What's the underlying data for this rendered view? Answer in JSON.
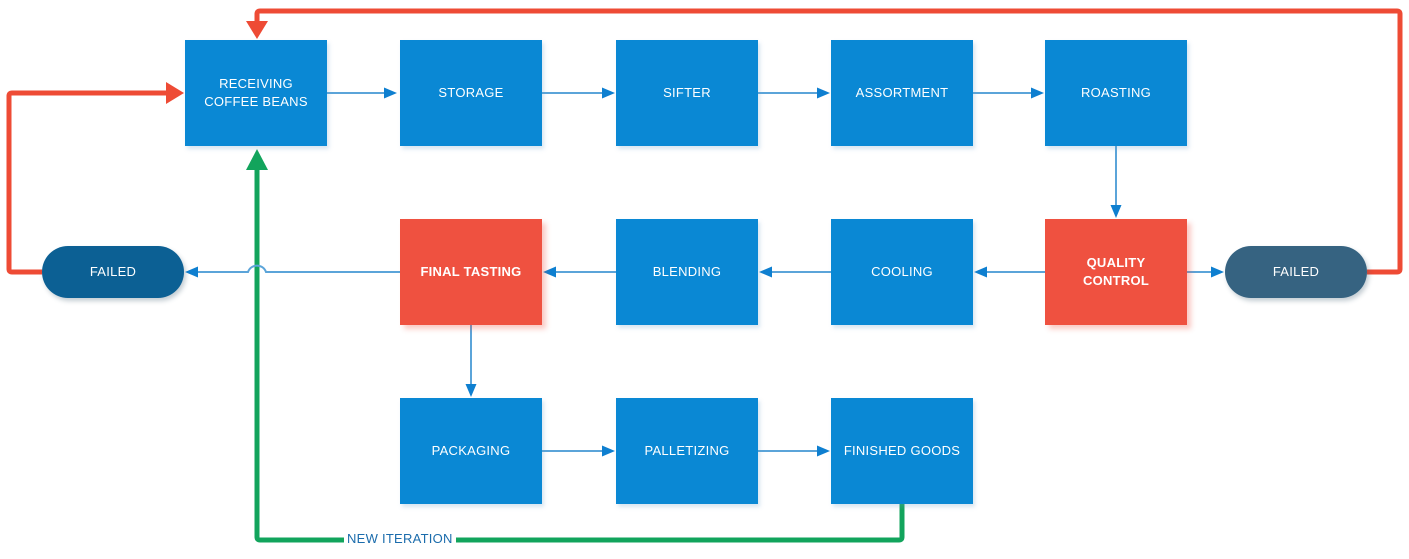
{
  "diagram": {
    "type": "flowchart",
    "nodes": {
      "receiving": {
        "label": "RECEIVING COFFEE BEANS",
        "shape": "rectangle",
        "fill": "#0a88d4"
      },
      "storage": {
        "label": "STORAGE",
        "shape": "rectangle",
        "fill": "#0a88d4"
      },
      "sifter": {
        "label": "SIFTER",
        "shape": "rectangle",
        "fill": "#0a88d4"
      },
      "assortment": {
        "label": "ASSORTMENT",
        "shape": "rectangle",
        "fill": "#0a88d4"
      },
      "roasting": {
        "label": "ROASTING",
        "shape": "rectangle",
        "fill": "#0a88d4"
      },
      "quality_control": {
        "label": "QUALITY CONTROL",
        "shape": "rectangle",
        "fill": "#ef5140"
      },
      "failed_right": {
        "label": "FAILED",
        "shape": "stadium",
        "fill": "#366381"
      },
      "cooling": {
        "label": "COOLING",
        "shape": "rectangle",
        "fill": "#0a88d4"
      },
      "blending": {
        "label": "BLENDING",
        "shape": "rectangle",
        "fill": "#0a88d4"
      },
      "final_tasting": {
        "label": "FINAL TASTING",
        "shape": "rectangle",
        "fill": "#ef5140"
      },
      "failed_left": {
        "label": "FAILED",
        "shape": "stadium",
        "fill": "#0c6094"
      },
      "packaging": {
        "label": "PACKAGING",
        "shape": "rectangle",
        "fill": "#0a88d4"
      },
      "palletizing": {
        "label": "PALLETIZING",
        "shape": "rectangle",
        "fill": "#0a88d4"
      },
      "finished_goods": {
        "label": "FINISHED GOODS",
        "shape": "rectangle",
        "fill": "#0a88d4"
      }
    },
    "edges": [
      {
        "from": "RECEIVING COFFEE BEANS",
        "to": "STORAGE",
        "style": "blue-thin"
      },
      {
        "from": "STORAGE",
        "to": "SIFTER",
        "style": "blue-thin"
      },
      {
        "from": "SIFTER",
        "to": "ASSORTMENT",
        "style": "blue-thin"
      },
      {
        "from": "ASSORTMENT",
        "to": "ROASTING",
        "style": "blue-thin"
      },
      {
        "from": "ROASTING",
        "to": "QUALITY CONTROL",
        "style": "blue-thin"
      },
      {
        "from": "QUALITY CONTROL",
        "to": "FAILED (right)",
        "style": "blue-thin"
      },
      {
        "from": "QUALITY CONTROL",
        "to": "COOLING",
        "style": "blue-thin"
      },
      {
        "from": "COOLING",
        "to": "BLENDING",
        "style": "blue-thin"
      },
      {
        "from": "BLENDING",
        "to": "FINAL TASTING",
        "style": "blue-thin"
      },
      {
        "from": "FINAL TASTING",
        "to": "FAILED (left)",
        "style": "blue-thin",
        "detail": "hops over green line"
      },
      {
        "from": "FINAL TASTING",
        "to": "PACKAGING",
        "style": "blue-thin"
      },
      {
        "from": "PACKAGING",
        "to": "PALLETIZING",
        "style": "blue-thin"
      },
      {
        "from": "PALLETIZING",
        "to": "FINISHED GOODS",
        "style": "blue-thin"
      },
      {
        "from": "FAILED (right)",
        "to": "RECEIVING COFFEE BEANS",
        "style": "red-thick",
        "route": "right edge, across top"
      },
      {
        "from": "FAILED (left)",
        "to": "RECEIVING COFFEE BEANS",
        "style": "red-thick",
        "route": "left edge"
      },
      {
        "from": "FINISHED GOODS",
        "to": "RECEIVING COFFEE BEANS",
        "style": "green-thick",
        "label": "NEW ITERATION",
        "route": "across bottom"
      }
    ],
    "annotations": {
      "new_iteration_label": "NEW ITERATION"
    },
    "colors": {
      "process_blue": "#0a88d4",
      "alert_red": "#ef5140",
      "failed_left_fill": "#0c6094",
      "failed_right_fill": "#366381",
      "connector_blue_line": "#5ba4d9",
      "connector_blue_arrow": "#0e7fd0",
      "loop_red": "#ee4b35",
      "loop_green": "#12a45c",
      "iteration_label_text": "#1b6cac",
      "node_text": "#ffffff",
      "canvas_background": "#ffffff"
    }
  }
}
